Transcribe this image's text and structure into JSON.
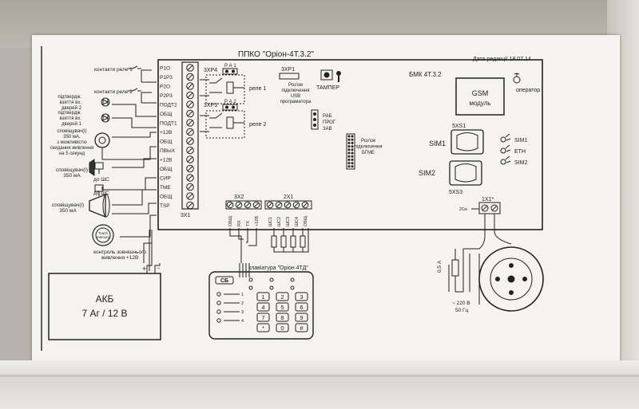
{
  "header": {
    "title": "ППКО \"Оріон-4Т.3.2\"",
    "date": "Дата редакції 18.07.14",
    "board": "БМК 4Т.3.2"
  },
  "terminal_block": {
    "name": "3X1",
    "terminals": [
      "Р1О",
      "Р1Р3",
      "Р2О",
      "Р2Р3",
      "ПОДТ2",
      "ОБЩ",
      "ПОДТ1",
      "+12В",
      "ОБЩ",
      "ПВЫХ",
      "+12В",
      "ОБЩ",
      "СИР",
      "ТМЕ",
      "ОБЩ",
      "TSP"
    ]
  },
  "left_labels": {
    "relay1_contacts": "контакти реле 1",
    "relay2_contacts": "контакти реле 2",
    "confirm2": [
      "підтвердж.",
      "взяття вх.",
      "дверей 2"
    ],
    "confirm1": [
      "підтвердж.",
      "взяття вх.",
      "дверей 1"
    ],
    "siren1": [
      "сповіщувач(і)",
      "350 мА,",
      "з можливістю",
      "скидання живлення",
      "на 5 секунд"
    ],
    "siren2": [
      "сповіщувач(і)",
      "350 мА"
    ],
    "siren3": [
      "сповіщувач(і)",
      "350 мА"
    ],
    "to_shs_1": "до ШС",
    "to_shs_2": "до ШС",
    "touch_memory": [
      "Touch",
      "memory"
    ],
    "ext_power": [
      "контроль зовнішнього",
      "живлення +12В"
    ]
  },
  "battery": {
    "line1": "АКБ",
    "line2": "7 Аг / 12 В",
    "plus": "+",
    "minus": "-"
  },
  "relays": {
    "xp4": "3ХР4",
    "xp3": "3ХР3",
    "pa1": "Р А 1",
    "pa2": "Р А 2",
    "relay1": "реле 1",
    "relay2": "реле 2"
  },
  "xp1": {
    "name": "3ХР1",
    "desc": [
      "Роз'єм",
      "підключення",
      "USB",
      "програматора"
    ]
  },
  "tamper": "ТАМПЕР",
  "jumpers": [
    "ЗАВ",
    "ПРОГ",
    "РАБ"
  ],
  "bgme": {
    "desc": [
      "Роз'єм",
      "підключення",
      "БГМЕ"
    ]
  },
  "gsm": {
    "line1": "GSM",
    "line2": "модуль",
    "operator": "оператор"
  },
  "sim": {
    "xs1": "5XS1",
    "xs3": "5XS3",
    "sim1": "SIM1",
    "sim2": "SIM2",
    "led_sim1": "SIM1",
    "led_eth": "ETH",
    "led_sim2": "SIM2"
  },
  "connector_3x2": {
    "name": "3X2",
    "pins": [
      "ОБЩ",
      "RX",
      "TX",
      "+12В"
    ]
  },
  "connector_2x1": {
    "name": "2X1",
    "pins": [
      "ШС1",
      "ШС2",
      "ШС3",
      "ШС4",
      "ОБЩ"
    ]
  },
  "keyboard": {
    "title": "клавіатура \"Оріон 4ТД\"",
    "logo": "СБ",
    "zones": [
      "1",
      "2",
      "3",
      "4"
    ],
    "keys": [
      "1",
      "2",
      "3",
      "4",
      "5",
      "6",
      "7",
      "8",
      "9",
      "*",
      "0",
      "#"
    ]
  },
  "power": {
    "connector": "1X1*",
    "fuse": "0,5 А",
    "mains": [
      "~ 220 В",
      "50 Гц"
    ],
    "socket_note": "2См"
  }
}
